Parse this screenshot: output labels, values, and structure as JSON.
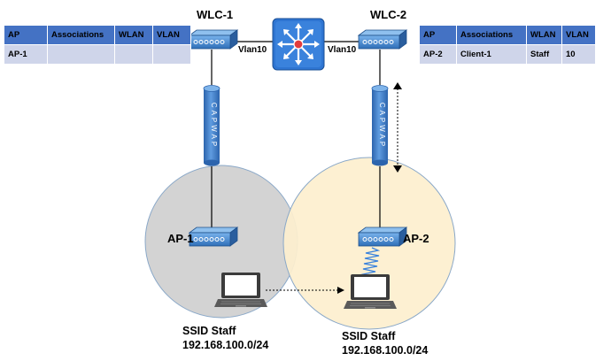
{
  "controllers": {
    "left_title": "WLC-1",
    "right_title": "WLC-2",
    "left_vlan": "Vlan10",
    "right_vlan": "Vlan10"
  },
  "tunnel_label": "CAPWAP",
  "access_points": {
    "left": "AP-1",
    "right": "AP-2"
  },
  "ssids": {
    "left": {
      "name": "SSID Staff",
      "subnet": "192.168.100.0/24"
    },
    "right": {
      "name": "SSID Staff",
      "subnet": "192.168.100.0/24"
    }
  },
  "tables": {
    "headers": [
      "AP",
      "Associations",
      "WLAN",
      "VLAN"
    ],
    "left_row": [
      "AP-1",
      "",
      "",
      ""
    ],
    "right_row": [
      "AP-2",
      "Client-1",
      "Staff",
      "10"
    ]
  },
  "colors": {
    "left_cell": "#d3d3d3",
    "right_cell": "#fdefcf",
    "device_blue": "#4b8fd4",
    "switch_blue": "#2e75d2",
    "table_header": "#4472c4",
    "table_row": "#cfd5ea"
  }
}
